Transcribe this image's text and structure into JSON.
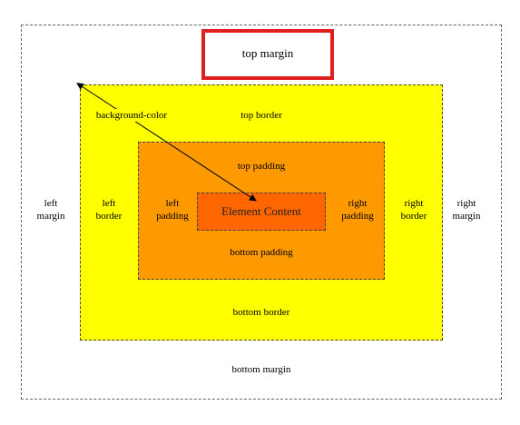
{
  "diagram": {
    "top_margin": "top margin",
    "bottom_margin": "bottom margin",
    "left_margin": [
      "left",
      "margin"
    ],
    "right_margin": [
      "right",
      "margin"
    ],
    "background_color": "background-color",
    "top_border": "top border",
    "bottom_border": "bottom border",
    "left_border": [
      "left",
      "border"
    ],
    "right_border": [
      "right",
      "border"
    ],
    "top_padding": "top padding",
    "bottom_padding": "bottom padding",
    "left_padding": [
      "left",
      "padding"
    ],
    "right_padding": [
      "right",
      "padding"
    ],
    "element_content": "Element Content",
    "colors": {
      "border_area": "#ffff00",
      "padding_area": "#ff9900",
      "content_area": "#ff6600",
      "highlight_box": "#e02020"
    }
  }
}
